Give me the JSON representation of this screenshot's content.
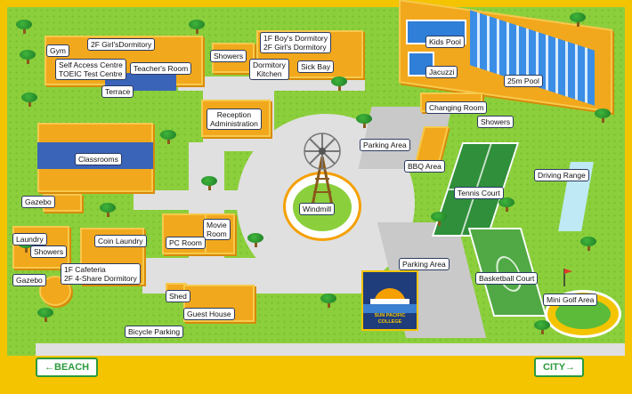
{
  "labels": {
    "gym": "Gym",
    "girls_dorm_2f": "2F Girl'sDormitory",
    "self_access": "Self Access Centre",
    "toeic": "TOEIC Test Centre",
    "teachers_room": "Teacher's Room",
    "terrace": "Terrace",
    "showers_top": "Showers",
    "boys_dorm_1f": "1F Boy's Dormitory",
    "girls_dorm_2f_b": "2F Girl's Dormitory",
    "dormitory_kitchen_1": "Dormitory",
    "dormitory_kitchen_2": "Kitchen",
    "sick_bay": "Sick Bay",
    "kids_pool": "Kids Pool",
    "jacuzzi": "Jacuzzi",
    "pool_25m": "25m Pool",
    "changing_room": "Changing Room",
    "showers_pool": "Showers",
    "reception_1": "Reception",
    "reception_2": "Administration",
    "parking_top": "Parking Area",
    "classrooms": "Classrooms",
    "bbq": "BBQ Area",
    "driving_range": "Driving Range",
    "tennis": "Tennis Court",
    "gazebo_top": "Gazebo",
    "windmill": "Windmill",
    "laundry": "Laundry",
    "coin_laundry": "Coin Laundry",
    "showers_left": "Showers",
    "movie_room_1": "Movie",
    "movie_room_2": "Room",
    "pc_room": "PC Room",
    "cafeteria_1f": "1F Cafeteria",
    "share_dorm_2f": "2F 4-Share Dormitory",
    "gazebo_bottom": "Gazebo",
    "parking_bottom": "Parking Area",
    "basketball": "Basketball Court",
    "mini_golf": "Mini Golf Area",
    "shed": "Shed",
    "guest_house": "Guest House",
    "bicycle_parking": "Bicycle Parking"
  },
  "logo": {
    "text": "SUN PACIFIC COLLEGE"
  },
  "nav": {
    "beach": "←BEACH",
    "city": "CITY→"
  },
  "colors": {
    "border": "#f5c400",
    "grass": "#8ccf3c",
    "building": "#f2a81c",
    "pool": "#2f7fd8",
    "court": "#2f8f3a",
    "nav": "#2b9a3c"
  }
}
